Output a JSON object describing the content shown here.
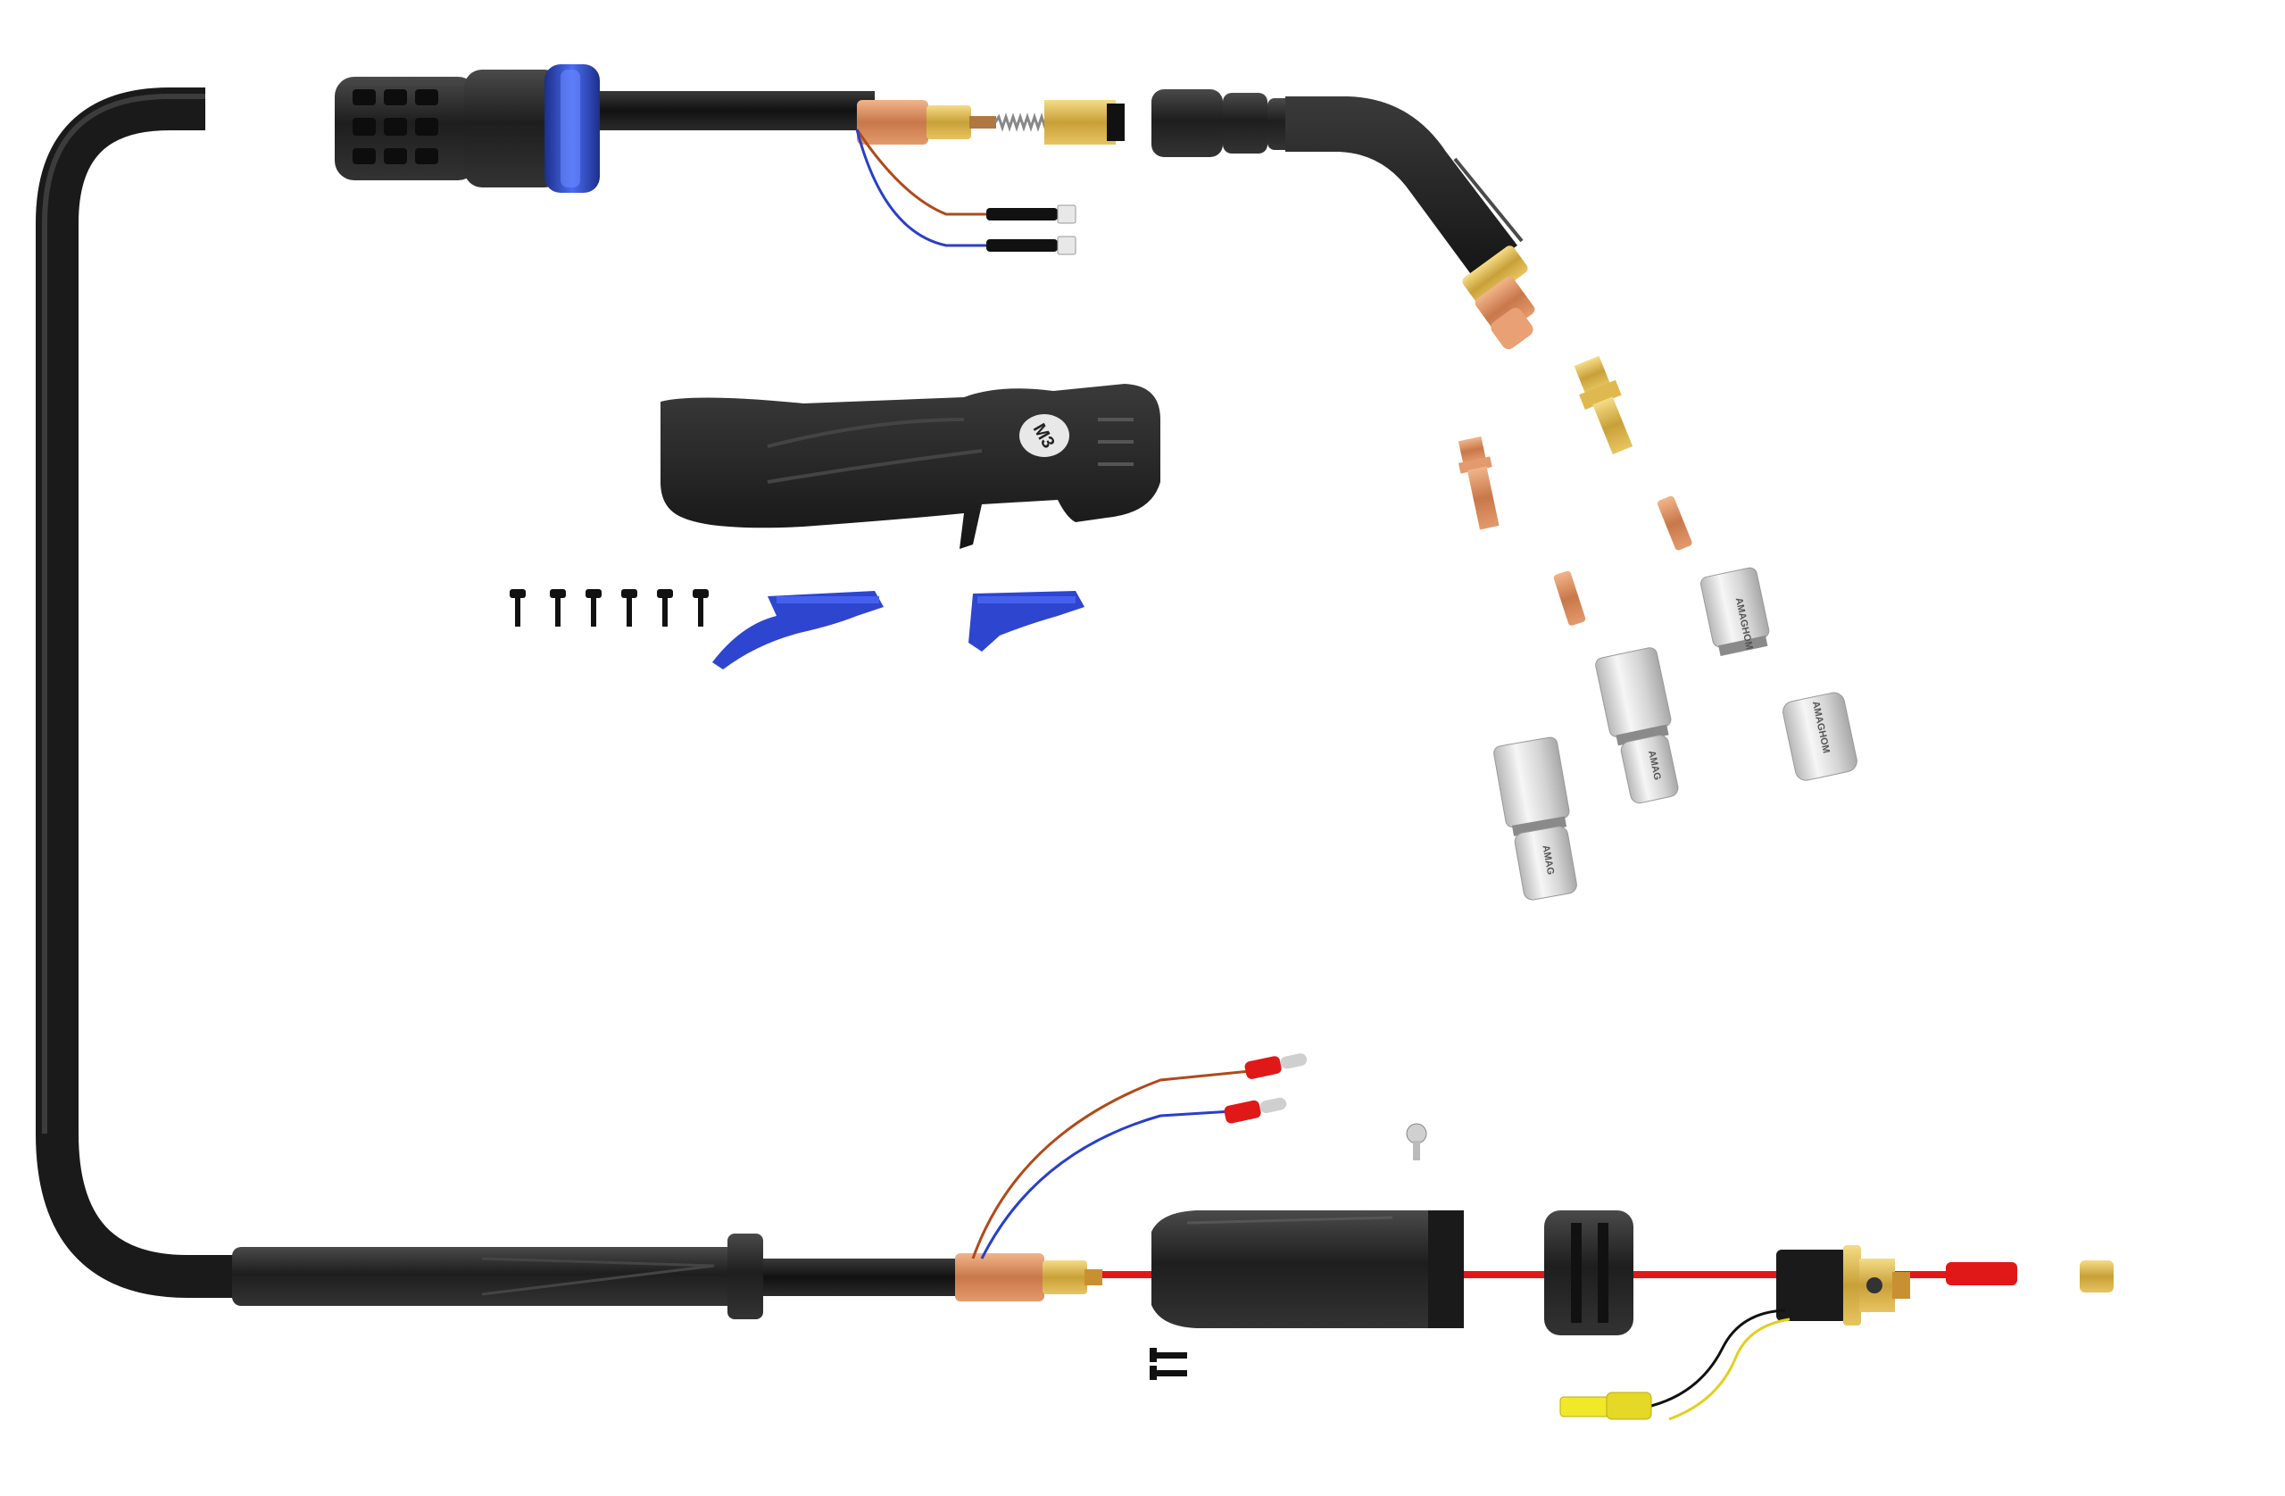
{
  "product": {
    "handle_badge": "M3",
    "nozzle_brand": "AMAG",
    "nozzle_brand_alt": "AMAGHOM"
  },
  "colors": {
    "cable": "#1c1c1c",
    "rubber": "#2a2a2a",
    "copper": "#d98a5a",
    "brass": "#d8b24a",
    "accent_blue": "#3b5bd9",
    "wire_red": "#e01818",
    "wire_brown": "#b04a1a",
    "wire_blue": "#2a3fc8",
    "aluminium": "#d6d6d6",
    "insulator_yellow": "#f2e82a"
  },
  "icons": [
    "torch-gooseneck-icon",
    "handle-icon",
    "trigger-icon",
    "screw-icon",
    "contact-tip-icon",
    "nozzle-icon",
    "euro-connector-icon"
  ]
}
